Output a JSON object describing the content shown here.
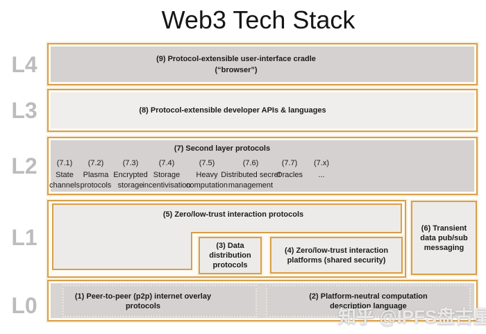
{
  "title": "Web3 Tech Stack",
  "watermark": "知乎 @IPFS盘古星链",
  "colors": {
    "accent_border": "#d89e46",
    "gray_fill": "#d4d1d0",
    "light_fill": "#f0eeec",
    "box_fill": "#edebe9",
    "layer_label_gray": "#bdbbbb"
  },
  "layers": {
    "l4": {
      "label": "L4",
      "line1": "(9) Protocol-extensible user-interface cradle",
      "line2": "(“browser”)"
    },
    "l3": {
      "label": "L3",
      "text": "(8) Protocol-extensible developer APIs & languages"
    },
    "l2": {
      "label": "L2",
      "title": "(7) Second layer protocols",
      "columns": [
        {
          "num": "(7.1)",
          "name": "State channels"
        },
        {
          "num": "(7.2)",
          "name": "Plasma protocols"
        },
        {
          "num": "(7.3)",
          "name": "Encrypted storage"
        },
        {
          "num": "(7.4)",
          "name": "Storage incentivisation"
        },
        {
          "num": "(7.5)",
          "name": "Heavy computation"
        },
        {
          "num": "(7.6)",
          "name": "Distributed secret management"
        },
        {
          "num": "(7.7)",
          "name": "Oracles"
        },
        {
          "num": "(7.x)",
          "name": "..."
        }
      ]
    },
    "l1": {
      "label": "L1",
      "box5": "(5) Zero/low-trust interaction protocols",
      "box3": {
        "line1": "(3) Data",
        "line2": "distribution",
        "line3": "protocols"
      },
      "box4": {
        "line1": "(4) Zero/low-trust interaction",
        "line2": "platforms (shared security)"
      },
      "box6": {
        "line1": "(6) Transient",
        "line2": "data pub/sub",
        "line3": "messaging"
      }
    },
    "l0": {
      "label": "L0",
      "box1": {
        "line1": "(1) Peer-to-peer (p2p) internet overlay",
        "line2": "protocols"
      },
      "box2": {
        "line1": "(2) Platform-neutral computation",
        "line2": "description language"
      }
    }
  }
}
